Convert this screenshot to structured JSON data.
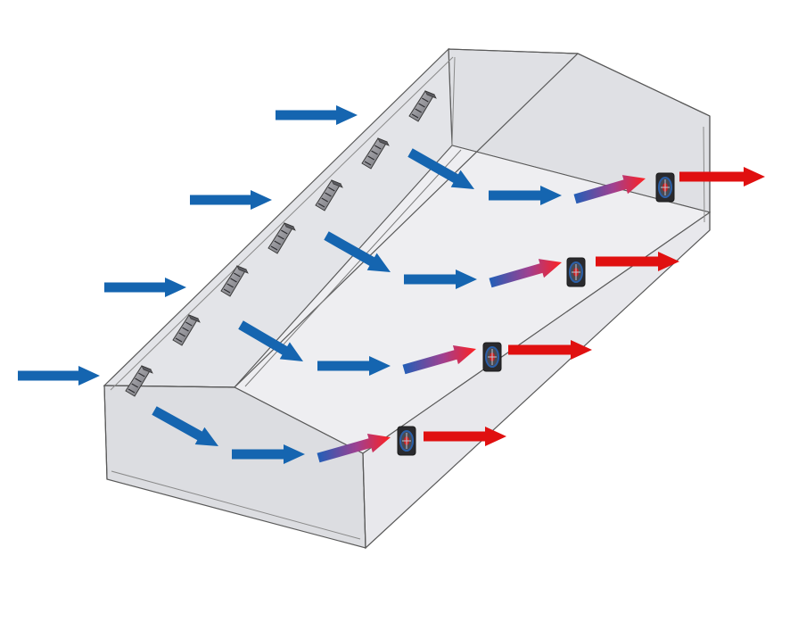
{
  "diagram": {
    "subject": "ventilated-enclosure-airflow",
    "colors": {
      "background": "#ffffff",
      "wall_light": "#ebebee",
      "wall_mid": "#dcdde1",
      "floor": "#efeff2",
      "edge": "#5a5a5a",
      "inlet_air": "#1565b0",
      "exhaust_air": "#e01010",
      "vent": "#8e8e92",
      "fan_ring": "#2a5fa8",
      "fan_hub": "#d02020"
    },
    "icons": {
      "inlet_vent": "louver-vent-icon",
      "exhaust_fan": "fan-icon",
      "inlet_arrow": "arrow-right-icon",
      "exhaust_arrow": "arrow-right-icon"
    },
    "counts_shown": {
      "inlet_vents": 7,
      "exhaust_fans": 4,
      "flow_rows": 4
    }
  }
}
